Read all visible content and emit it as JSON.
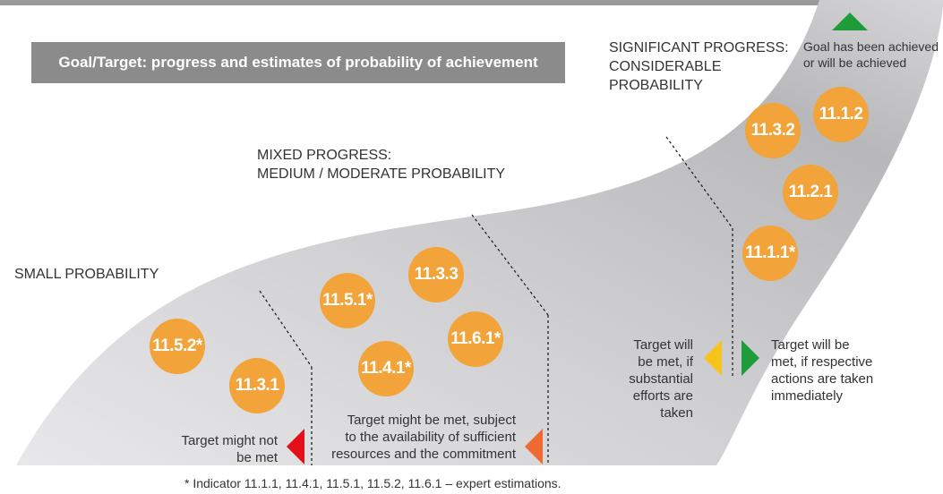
{
  "header": {
    "title": "Goal/Target: progress and estimates of probability of achievement"
  },
  "zones": {
    "small": "SMALL PROBABILITY",
    "mixed_line1": "MIXED PROGRESS:",
    "mixed_line2": "MEDIUM / MODERATE PROBABILITY",
    "significant_line1": "SIGNIFICANT PROGRESS:",
    "significant_line2": "CONSIDERABLE",
    "significant_line3": "PROBABILITY"
  },
  "indicators": [
    "11.5.2*",
    "11.3.1",
    "11.5.1*",
    "11.3.3",
    "11.4.1*",
    "11.6.1*",
    "11.1.1*",
    "11.2.1",
    "11.3.2",
    "11.1.2"
  ],
  "legend": {
    "red_line1": "Target might not",
    "red_line2": "be met",
    "orange_line1": "Target might be met, subject",
    "orange_line2": "to the availability of sufficient",
    "orange_line3": "resources and the commitment",
    "yellow_line1": "Target will",
    "yellow_line2": "be met, if",
    "yellow_line3": "substantial",
    "yellow_line4": "efforts are",
    "yellow_line5": "taken",
    "green_line1": "Target will be",
    "green_line2": "met, if respective",
    "green_line3": "actions are taken",
    "green_line4": "immediately",
    "achieved_line1": "Goal has been achieved",
    "achieved_line2": "or will be achieved"
  },
  "footnote": "* Indicator 11.1.1, 11.4.1, 11.5.1, 11.5.2, 11.6.1 – expert estimations.",
  "colors": {
    "circle": "#f2a33a",
    "red": "#e3101a",
    "orange": "#ef6a32",
    "yellow": "#f7c31d",
    "green": "#1f9c3a",
    "band": "#c2c2c4",
    "title_bg": "#8b8b8b"
  }
}
